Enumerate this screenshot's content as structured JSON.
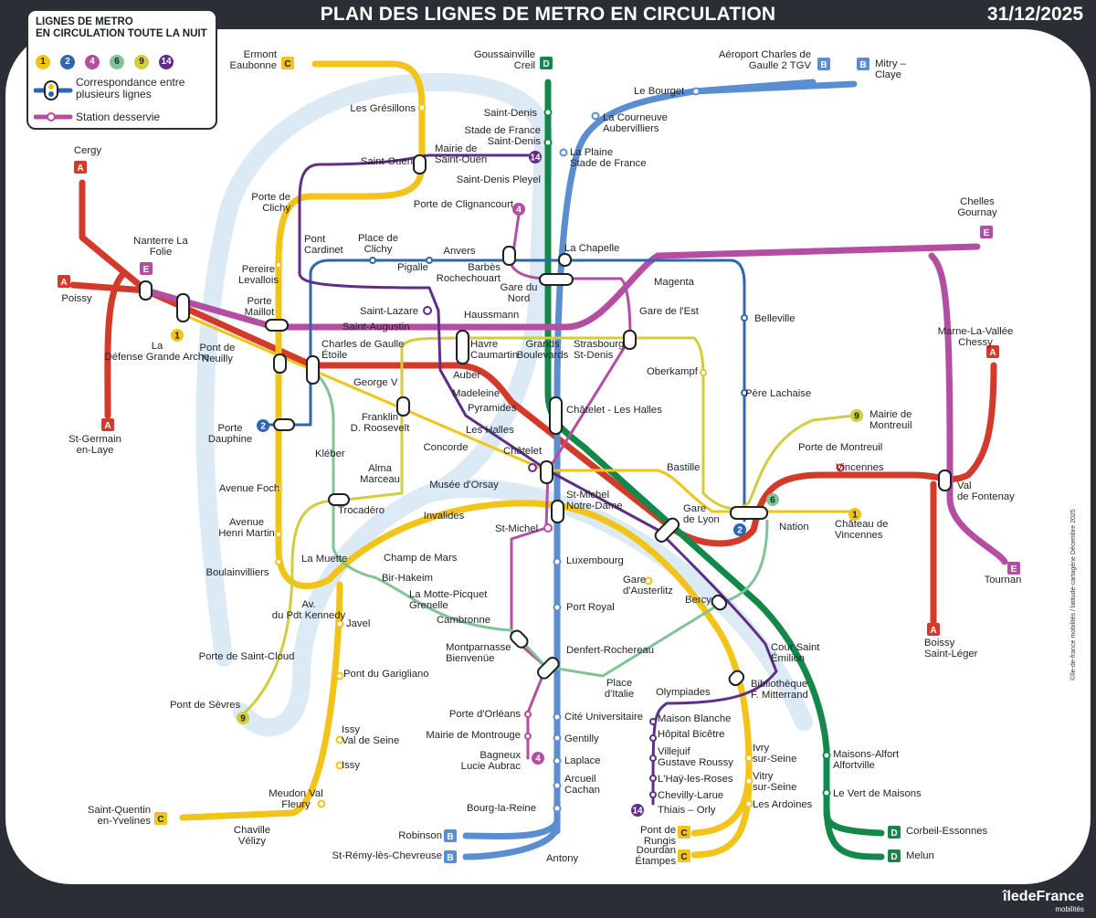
{
  "header": {
    "title": "PLAN DES LIGNES DE METRO EN CIRCULATION",
    "date": "31/12/2025"
  },
  "legend": {
    "title_line1": "LIGNES DE METRO",
    "title_line2": "EN CIRCULATION TOUTE LA NUIT",
    "lines": [
      {
        "label": "1",
        "color": "#f2c318",
        "text": "#1e2124"
      },
      {
        "label": "2",
        "color": "#2f66b3",
        "text": "#ffffff"
      },
      {
        "label": "4",
        "color": "#b44ea3",
        "text": "#ffffff"
      },
      {
        "label": "6",
        "color": "#7fc496",
        "text": "#1e2124"
      },
      {
        "label": "9",
        "color": "#d2cd3e",
        "text": "#1e2124"
      },
      {
        "label": "14",
        "color": "#602d86",
        "text": "#ffffff"
      }
    ],
    "connection_line1": "Correspondance entre",
    "connection_line2": "plusieurs lignes",
    "served": "Station desservie"
  },
  "colors": {
    "rer_a": "#d43a2a",
    "rer_b": "#5b8ed1",
    "rer_c": "#f2c318",
    "rer_d": "#14874a",
    "rer_e": "#b44ea3",
    "m1": "#f2c318",
    "m2": "#2f66b3",
    "m4": "#b44ea3",
    "m6": "#7fc496",
    "m9": "#d2cd3e",
    "m14": "#602d86",
    "seine": "#dceaf6",
    "background": "#2b2e35"
  },
  "termini": [
    {
      "text": "Cergy",
      "line": "A"
    },
    {
      "text": "Poissy",
      "line": "A"
    },
    {
      "text": "St-Germain en-Laye",
      "line": "A"
    },
    {
      "text": "Boissy Saint-Léger",
      "line": "A"
    },
    {
      "text": "Marne-La-Vallée Chessy",
      "line": "A"
    },
    {
      "text": "Aéroport Charles de Gaulle 2 TGV",
      "line": "B"
    },
    {
      "text": "Mitry – Claye",
      "line": "B"
    },
    {
      "text": "Robinson",
      "line": "B"
    },
    {
      "text": "St-Rémy-lès-Chevreuse",
      "line": "B"
    },
    {
      "text": "Ermont Eaubonne",
      "line": "C"
    },
    {
      "text": "Saint-Quentin en-Yvelines",
      "line": "C"
    },
    {
      "text": "Pont de Rungis",
      "line": "C"
    },
    {
      "text": "Dourdan Étampes",
      "line": "C"
    },
    {
      "text": "Goussainville Creil",
      "line": "D"
    },
    {
      "text": "Corbeil-Essonnes",
      "line": "D"
    },
    {
      "text": "Melun",
      "line": "D"
    },
    {
      "text": "Chelles Gournay",
      "line": "E"
    },
    {
      "text": "Nanterre La Folie",
      "line": "E"
    },
    {
      "text": "Tournan",
      "line": "E"
    }
  ],
  "stations": [
    "Les Grésillons",
    "Saint-Ouen",
    "Mairie de Saint-Ouen",
    "Saint-Denis",
    "Stade de France Saint-Denis",
    "Saint-Denis Pleyel",
    "Le Bourget",
    "La Courneuve Aubervilliers",
    "La Plaine Stade de France",
    "Porte de Clichy",
    "Porte de Clignancourt",
    "Pont Cardinet",
    "Place de Clichy",
    "Anvers",
    "Pigalle",
    "Barbès Rochechouart",
    "La Chapelle",
    "Gare du Nord",
    "Magenta",
    "Gare de l'Est",
    "Pereire Levallois",
    "Porte Maillot",
    "Saint-Lazare",
    "Haussmann",
    "Saint-Augustin",
    "Havre Caumartin",
    "Grands Boulevards",
    "Strasbourg St-Denis",
    "Belleville",
    "Charles de Gaulle Étoile",
    "Auber",
    "George V",
    "Madeleine",
    "La Défense Grande Arche",
    "Pont de Neuilly",
    "Pyramides",
    "Les Halles",
    "Châtelet - Les Halles",
    "Oberkampf",
    "Père Lachaise",
    "Franklin D. Roosevelt",
    "Porte Dauphine",
    "Kléber",
    "Concorde",
    "Châtelet",
    "Mairie de Montreuil",
    "Porte de Montreuil",
    "Vincennes",
    "Val de Fontenay",
    "Alma Marceau",
    "Musée d'Orsay",
    "Bastille",
    "Avenue Foch",
    "Trocadéro",
    "St-Michel Notre-Dame",
    "Invalides",
    "Gare de Lyon",
    "Nation",
    "Château de Vincennes",
    "St-Michel",
    "Avenue Henri Martin",
    "La Muette",
    "Champ de Mars",
    "Boulainvilliers",
    "Bir-Hakeim",
    "Luxembourg",
    "Gare d'Austerlitz",
    "La Motte-Picquet Grenelle",
    "Port Royal",
    "Bercy",
    "Av. du Pdt Kennedy",
    "Cambronne",
    "Javel",
    "Montparnasse Bienvenüe",
    "Denfert-Rochereau",
    "Cour Saint Émilion",
    "Porte de Saint-Cloud",
    "Pont du Garigliano",
    "Place d'Italie",
    "Bibliothèque F. Mitterrand",
    "Olympiades",
    "Pont de Sèvres",
    "Maison Blanche",
    "Porte d'Orléans",
    "Cité Universitaire",
    "Hôpital Bicêtre",
    "Mairie de Montrouge",
    "Gentilly",
    "Issy Val de Seine",
    "Villejuif Gustave Roussy",
    "Ivry sur-Seine",
    "Maisons-Alfort Alfortville",
    "Bagneux Lucie Aubrac",
    "Laplace",
    "Issy",
    "L'Haÿ-les-Roses",
    "Vitry sur-Seine",
    "Arcueil Cachan",
    "Chevilly-Larue",
    "Thiais – Orly",
    "Les Ardoines",
    "Le Vert de Maisons",
    "Meudon Val Fleury",
    "Bourg-la-Reine",
    "Chaville Vélizy",
    "Antony"
  ],
  "credit": "©île-de-france mobilités / latitude-cartagène Décembre 2025",
  "logo": {
    "brand": "îledeFrance",
    "sub": "mobilités"
  }
}
